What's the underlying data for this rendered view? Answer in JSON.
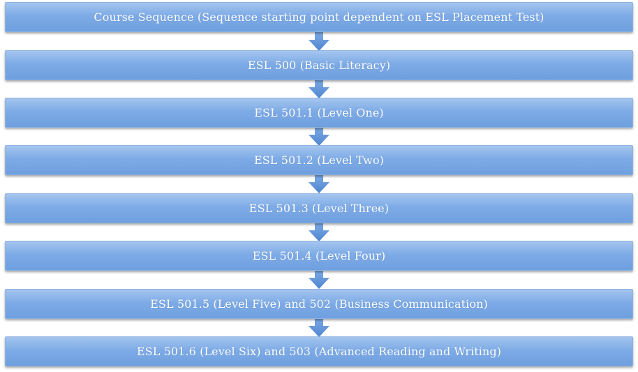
{
  "diagram": {
    "steps": [
      "Course Sequence (Sequence starting point dependent on ESL Placement Test)",
      "ESL 500 (Basic Literacy)",
      "ESL 501.1 (Level One)",
      "ESL 501.2 (Level Two)",
      "ESL 501.3 (Level Three)",
      "ESL 501.4 (Level Four)",
      "ESL 501.5 (Level Five) and 502 (Business Communication)",
      "ESL 501.6 (Level Six) and 503 (Advanced Reading and Writing)"
    ]
  },
  "colors": {
    "box_top": "#a4c5ee",
    "box_bottom": "#6f9fdf",
    "arrow": "#5b8fd4",
    "text": "#ffffff"
  }
}
